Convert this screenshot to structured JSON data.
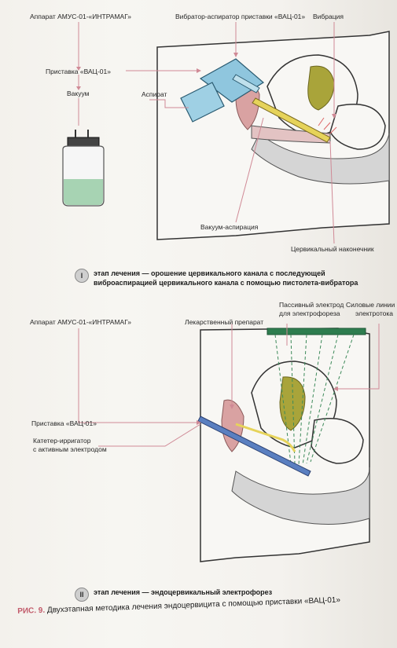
{
  "fig1": {
    "labels": {
      "amus": "Аппарат АМУС-01-«ИНТРАМАГ»",
      "vibrator": "Вибратор-аспиратор приставки «ВАЦ-01»",
      "vibration": "Вибрация",
      "pristavka": "Приставка «ВАЦ-01»",
      "vacuum": "Вакуум",
      "aspirate": "Аспират",
      "vacuum_aspiration": "Вакуум-аспирация",
      "cervical_tip": "Цервикальный наконечник"
    },
    "stage_numeral": "I",
    "stage_line1": "этап лечения — орошение цервикального канала с последующей",
    "stage_line2": "виброаспирацией цервикального канала с помощью пистолета-вибратора"
  },
  "fig2": {
    "labels": {
      "amus": "Аппарат АМУС-01-«ИНТРАМАГ»",
      "drug": "Лекарственный препарат",
      "passive_electrode_1": "Пассивный электрод",
      "passive_electrode_2": "для электрофореза",
      "field_lines_1": "Силовые линии",
      "field_lines_2": "электротока",
      "pristavka": "Приставка «ВАЦ-01»",
      "catheter_1": "Катетер-ирригатор",
      "catheter_2": "с активным электродом"
    },
    "stage_numeral": "II",
    "stage_line1": "этап лечения — эндоцервикальный электрофорез"
  },
  "caption": {
    "fig_label": "РИС. 9.",
    "text": "Двухэтапная методика лечения эндоцервицита с помощью приставки «ВАЦ-01»"
  },
  "colors": {
    "anatomy_fill": "#f8f7f4",
    "outline": "#333333",
    "uterus_fill": "#a9a43a",
    "skin_shade": "#cfcfcf",
    "vibrator_blue": "#8fc6de",
    "instrument_yellow": "#e6d35a",
    "liquid_green": "#a7d3b3",
    "electrode_green": "#2e7d4f",
    "field_line_green": "#3d8a5a",
    "catheter_blue": "#5a7fc0",
    "tissue_pink": "#d9a2a2",
    "leader_line_pink": "#d08a96"
  }
}
